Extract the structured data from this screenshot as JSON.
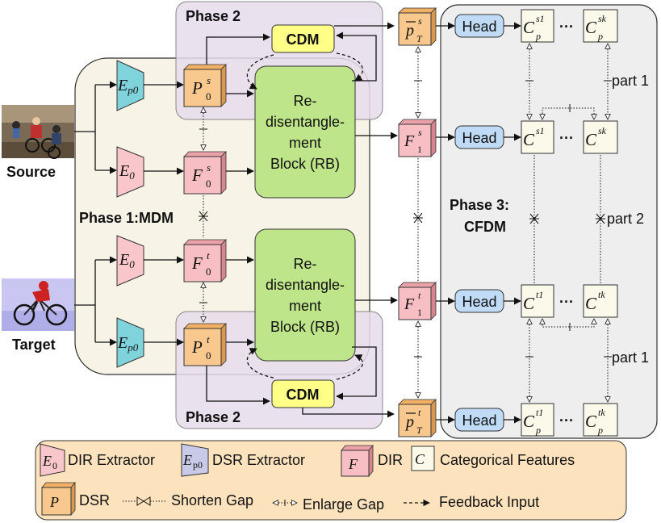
{
  "phase_labels": {
    "phase2_top": "Phase 2",
    "phase2_bottom": "Phase 2",
    "phase1": "Phase 1:MDM",
    "phase3_line1": "Phase 3:",
    "phase3_line2": "CFDM"
  },
  "images": {
    "source_label": "Source",
    "target_label": "Target"
  },
  "cdm": {
    "top": "CDM",
    "bottom": "CDM"
  },
  "rb": {
    "line1": "Re-",
    "line2": "disentangle-",
    "line3": "ment",
    "line4": "Block (RB)"
  },
  "extractors": {
    "dsr_var": "E",
    "dsr_sub": "p0",
    "dir_var": "E",
    "dir_sub": "0"
  },
  "nodes": {
    "P0s_var": "P",
    "P0s_sub": "0",
    "P0s_sup": "s",
    "F0s_var": "F",
    "F0s_sub": "0",
    "F0s_sup": "s",
    "F0t_var": "F",
    "F0t_sub": "0",
    "F0t_sup": "t",
    "P0t_var": "P",
    "P0t_sub": "0",
    "P0t_sup": "t",
    "pTs_var": "p",
    "pTs_sub": "T",
    "pTs_sup": "s",
    "F1s_var": "F",
    "F1s_sub": "1",
    "F1s_sup": "s",
    "F1t_var": "F",
    "F1t_sub": "1",
    "F1t_sup": "t",
    "pTt_var": "p",
    "pTt_sub": "T",
    "pTt_sup": "t"
  },
  "head_label": "Head",
  "ellipsis": "···",
  "categorical": {
    "var": "C",
    "cps1_sub": "p",
    "cps1_sup": "s1",
    "cpsk_sub": "p",
    "cpsk_sup": "sk",
    "cs1_sup": "s1",
    "csk_sup": "sk",
    "ct1_sup": "t1",
    "ctk_sup": "tk",
    "cpt1_sub": "p",
    "cpt1_sup": "t1",
    "cptk_sub": "p",
    "cptk_sup": "tk"
  },
  "part_labels": {
    "part1_top": "part 1",
    "part2": "part 2",
    "part1_bottom": "part 1"
  },
  "legend": {
    "dir_extractor_var": "E",
    "dir_extractor_sub": "0",
    "dir_extractor": "DIR Extractor",
    "dsr_extractor_var": "E",
    "dsr_extractor_sub": "p0",
    "dsr_extractor": "DSR Extractor",
    "dir_var": "F",
    "dir": "DIR",
    "cat_var": "C",
    "cat": "Categorical Features",
    "dsr_var": "P",
    "dsr": "DSR",
    "shorten": "Shorten Gap",
    "enlarge": "Enlarge Gap",
    "feedback": "Feedback Input"
  },
  "colors": {
    "phase1_bg": "#f7f3e6",
    "phase2_bg": "#e6dcec",
    "phase3_bg": "#eeeeee",
    "legend_bg": "#fde3bd",
    "dsr_fill": "#f9c88e",
    "dir_fill": "#f7bfc4",
    "dsr_ext": "#7fd3da",
    "dir_ext": "#f9c6cc",
    "rb_fill": "#bfe58a",
    "cdm_fill": "#ffff88",
    "head_fill": "#bfdbf5",
    "cat_fill": "#fbf9ea"
  }
}
